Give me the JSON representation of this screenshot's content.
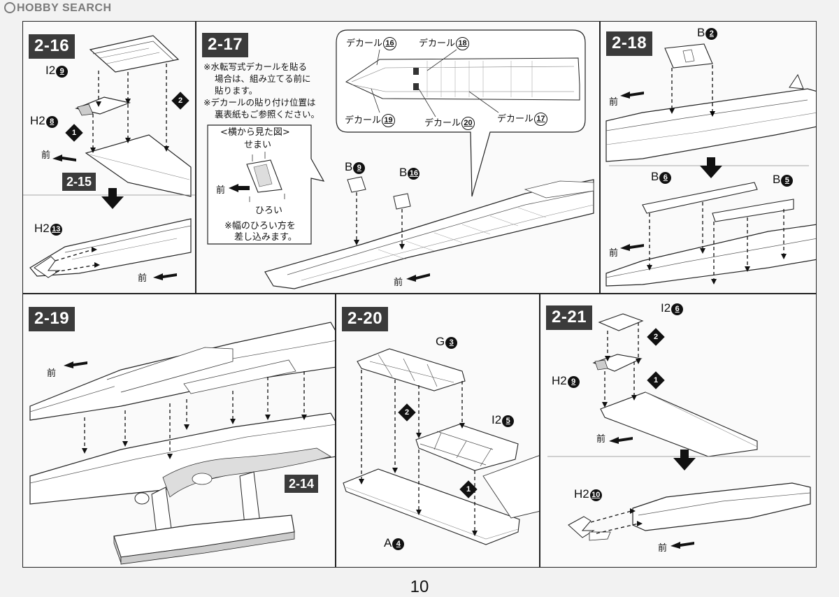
{
  "watermark": "HOBBY SEARCH",
  "page_number": "10",
  "forward_label": "前",
  "panels": {
    "p216": {
      "step": "2-16",
      "parts": [
        {
          "code": "I2",
          "num": "9"
        },
        {
          "code": "H2",
          "num": "8"
        },
        {
          "code": "H2",
          "num": "13"
        }
      ],
      "orders": [
        "1",
        "2"
      ],
      "ref": "2-15"
    },
    "p217": {
      "step": "2-17",
      "notes": [
        "※水転写式デカールを貼る",
        "場合は、組み立てる前に",
        "貼ります。",
        "※デカールの貼り付け位置は",
        "裏表紙もご参照ください。"
      ],
      "side_view": {
        "title": "<横から見た図>",
        "narrow": "せまい",
        "wide": "ひろい",
        "insert_note_1": "※幅のひろい方を",
        "insert_note_2": "差し込みます。"
      },
      "decals": [
        {
          "label": "デカール",
          "num": "16"
        },
        {
          "label": "デカール",
          "num": "18"
        },
        {
          "label": "デカール",
          "num": "19"
        },
        {
          "label": "デカール",
          "num": "20"
        },
        {
          "label": "デカール",
          "num": "17"
        }
      ],
      "parts": [
        {
          "code": "B",
          "num": "9"
        },
        {
          "code": "B",
          "num": "16"
        }
      ]
    },
    "p218": {
      "step": "2-18",
      "parts": [
        {
          "code": "B",
          "num": "2"
        },
        {
          "code": "B",
          "num": "6"
        },
        {
          "code": "B",
          "num": "5"
        }
      ]
    },
    "p219": {
      "step": "2-19",
      "ref": "2-14"
    },
    "p220": {
      "step": "2-20",
      "parts": [
        {
          "code": "G",
          "num": "3"
        },
        {
          "code": "I2",
          "num": "5"
        },
        {
          "code": "A",
          "num": "4"
        }
      ],
      "orders": [
        "1",
        "2"
      ]
    },
    "p221": {
      "step": "2-21",
      "parts": [
        {
          "code": "I2",
          "num": "6"
        },
        {
          "code": "H2",
          "num": "9"
        },
        {
          "code": "H2",
          "num": "10"
        }
      ],
      "orders": [
        "1",
        "2"
      ]
    }
  }
}
